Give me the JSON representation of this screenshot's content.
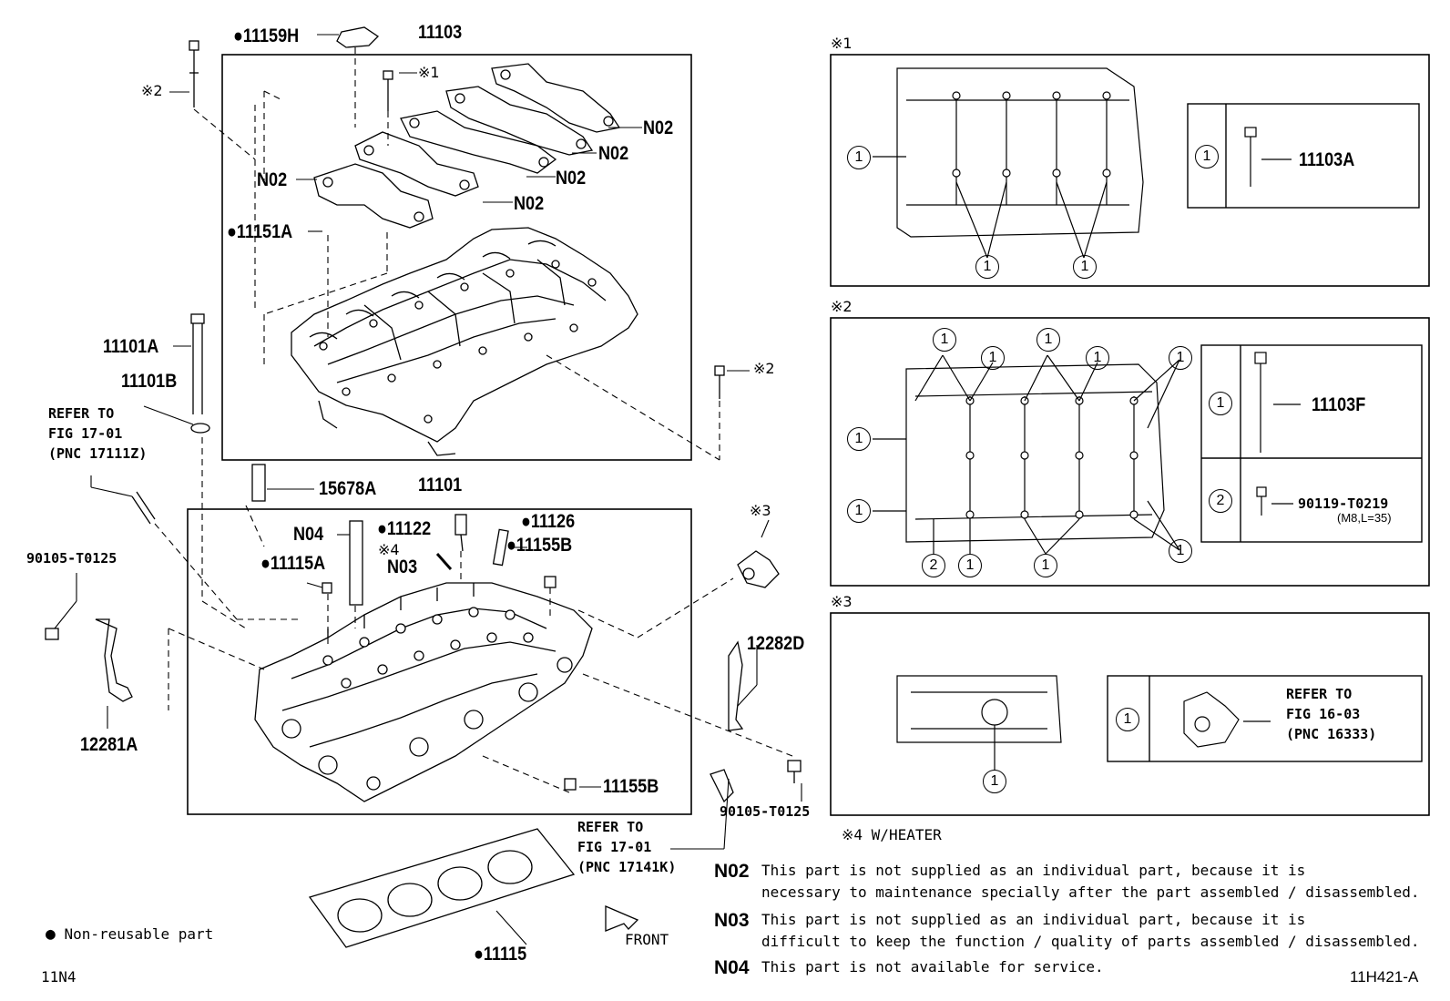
{
  "callouts": {
    "p11159H": "11159H",
    "p11103": "11103",
    "s1_bolt": "※1",
    "s2_bolt_top": "※2",
    "n02_a": "N02",
    "n02_b": "N02",
    "n02_c": "N02",
    "n02_d": "N02",
    "n02_left": "N02",
    "p11151A": "11151A",
    "p11101A": "11101A",
    "p11101B": "11101B",
    "refer_a": [
      "REFER TO",
      "FIG 17-01",
      "(PNC 17111Z)"
    ],
    "s2_bolt_right": "※2",
    "p15678A": "15678A",
    "p11101": "11101",
    "n04": "N04",
    "p11122": "11122",
    "p11126": "11126",
    "s4": "※4",
    "n03": "N03",
    "p11155B_top": "11155B",
    "p11115A": "11115A",
    "p90105_left": "90105-T0125",
    "s3_top": "※3",
    "p12282D": "12282D",
    "p12281A": "12281A",
    "p11155B_bot": "11155B",
    "p90105_right": "90105-T0125",
    "refer_b": [
      "REFER TO",
      "FIG 17-01",
      "(PNC 17141K)"
    ],
    "p11115": "11115",
    "front": "FRONT"
  },
  "insets": {
    "s1": {
      "mark": "※1",
      "circ": "1",
      "part": "11103A"
    },
    "s2": {
      "mark": "※2",
      "circ1": "1",
      "circ2": "2",
      "part1": "11103F",
      "part2": "90119-T0219",
      "spec": "(M8,L=35)"
    },
    "s3": {
      "mark": "※3",
      "circ": "1",
      "refer": [
        "REFER TO",
        "FIG 16-03",
        "(PNC 16333)"
      ]
    }
  },
  "s4_note": "※4 W/HEATER",
  "notes": [
    {
      "code": "N02",
      "lines": [
        "This part is not supplied as an individual part, because it is",
        "necessary to maintenance specially after the part assembled / disassembled."
      ]
    },
    {
      "code": "N03",
      "lines": [
        "This part is not supplied as an individual part, because it is",
        "difficult to keep the function / quality of parts assembled / disassembled."
      ]
    },
    {
      "code": "N04",
      "lines": [
        "This part is not available for service."
      ]
    }
  ],
  "legend": {
    "symbol": "●",
    "text": "Non-reusable part"
  },
  "footer": {
    "left": "11N4",
    "right": "11H421-A"
  }
}
